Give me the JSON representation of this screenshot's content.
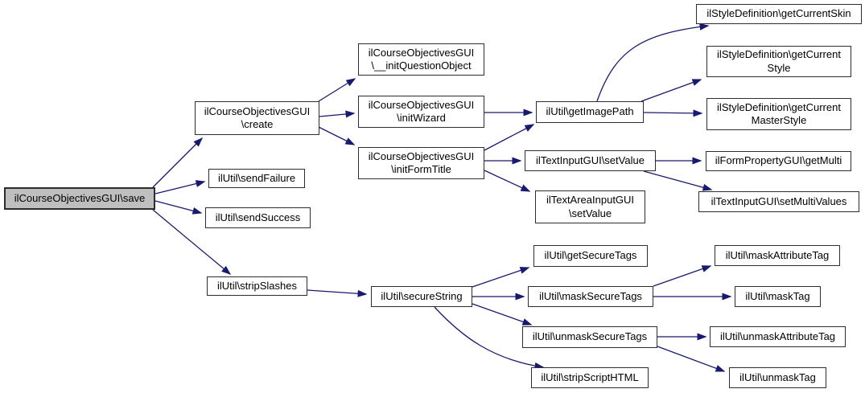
{
  "diagram": {
    "type": "call-graph",
    "root_function": "ilCourseObjectivesGUI\\save",
    "colors": {
      "edge": "#191970",
      "node_border": "#2d2d2d",
      "node_fill": "#ffffff",
      "root_fill": "#bfbfbf",
      "text": "#000000",
      "background": "#ffffff"
    }
  },
  "nodes": {
    "save": {
      "lines": [
        "ilCourseObjectivesGUI\\save"
      ]
    },
    "create": {
      "lines": [
        "ilCourseObjectivesGUI",
        "\\create"
      ]
    },
    "send_failure": {
      "lines": [
        "ilUtil\\sendFailure"
      ]
    },
    "send_success": {
      "lines": [
        "ilUtil\\sendSuccess"
      ]
    },
    "strip_slashes": {
      "lines": [
        "ilUtil\\stripSlashes"
      ]
    },
    "init_question_object": {
      "lines": [
        "ilCourseObjectivesGUI",
        "\\__initQuestionObject"
      ]
    },
    "init_wizard": {
      "lines": [
        "ilCourseObjectivesGUI",
        "\\initWizard"
      ]
    },
    "init_form_title": {
      "lines": [
        "ilCourseObjectivesGUI",
        "\\initFormTitle"
      ]
    },
    "get_image_path": {
      "lines": [
        "ilUtil\\getImagePath"
      ]
    },
    "get_current_skin": {
      "lines": [
        "ilStyleDefinition\\getCurrentSkin"
      ]
    },
    "get_current_style": {
      "lines": [
        "ilStyleDefinition\\getCurrent",
        "Style"
      ]
    },
    "get_current_master_style": {
      "lines": [
        "ilStyleDefinition\\getCurrent",
        "MasterStyle"
      ]
    },
    "text_input_set_value": {
      "lines": [
        "ilTextInputGUI\\setValue"
      ]
    },
    "text_area_set_value": {
      "lines": [
        "ilTextAreaInputGUI",
        "\\setValue"
      ]
    },
    "get_multi": {
      "lines": [
        "ilFormPropertyGUI\\getMulti"
      ]
    },
    "set_multi_values": {
      "lines": [
        "ilTextInputGUI\\setMultiValues"
      ]
    },
    "secure_string": {
      "lines": [
        "ilUtil\\secureString"
      ]
    },
    "get_secure_tags": {
      "lines": [
        "ilUtil\\getSecureTags"
      ]
    },
    "mask_secure_tags": {
      "lines": [
        "ilUtil\\maskSecureTags"
      ]
    },
    "unmask_secure_tags": {
      "lines": [
        "ilUtil\\unmaskSecureTags"
      ]
    },
    "strip_script_html": {
      "lines": [
        "ilUtil\\stripScriptHTML"
      ]
    },
    "mask_attribute_tag": {
      "lines": [
        "ilUtil\\maskAttributeTag"
      ]
    },
    "mask_tag": {
      "lines": [
        "ilUtil\\maskTag"
      ]
    },
    "unmask_attribute_tag": {
      "lines": [
        "ilUtil\\unmaskAttributeTag"
      ]
    },
    "unmask_tag": {
      "lines": [
        "ilUtil\\unmaskTag"
      ]
    }
  },
  "edges": [
    {
      "from": "save",
      "to": "create"
    },
    {
      "from": "save",
      "to": "send_failure"
    },
    {
      "from": "save",
      "to": "send_success"
    },
    {
      "from": "save",
      "to": "strip_slashes"
    },
    {
      "from": "create",
      "to": "init_question_object"
    },
    {
      "from": "create",
      "to": "init_wizard"
    },
    {
      "from": "create",
      "to": "init_form_title"
    },
    {
      "from": "init_wizard",
      "to": "get_image_path"
    },
    {
      "from": "init_form_title",
      "to": "get_image_path"
    },
    {
      "from": "init_form_title",
      "to": "text_input_set_value"
    },
    {
      "from": "init_form_title",
      "to": "text_area_set_value"
    },
    {
      "from": "get_image_path",
      "to": "get_current_skin"
    },
    {
      "from": "get_image_path",
      "to": "get_current_style"
    },
    {
      "from": "get_image_path",
      "to": "get_current_master_style"
    },
    {
      "from": "text_input_set_value",
      "to": "get_multi"
    },
    {
      "from": "text_input_set_value",
      "to": "set_multi_values"
    },
    {
      "from": "strip_slashes",
      "to": "secure_string"
    },
    {
      "from": "secure_string",
      "to": "get_secure_tags"
    },
    {
      "from": "secure_string",
      "to": "mask_secure_tags"
    },
    {
      "from": "secure_string",
      "to": "unmask_secure_tags"
    },
    {
      "from": "secure_string",
      "to": "strip_script_html"
    },
    {
      "from": "mask_secure_tags",
      "to": "mask_attribute_tag"
    },
    {
      "from": "mask_secure_tags",
      "to": "mask_tag"
    },
    {
      "from": "unmask_secure_tags",
      "to": "unmask_attribute_tag"
    },
    {
      "from": "unmask_secure_tags",
      "to": "unmask_tag"
    }
  ]
}
